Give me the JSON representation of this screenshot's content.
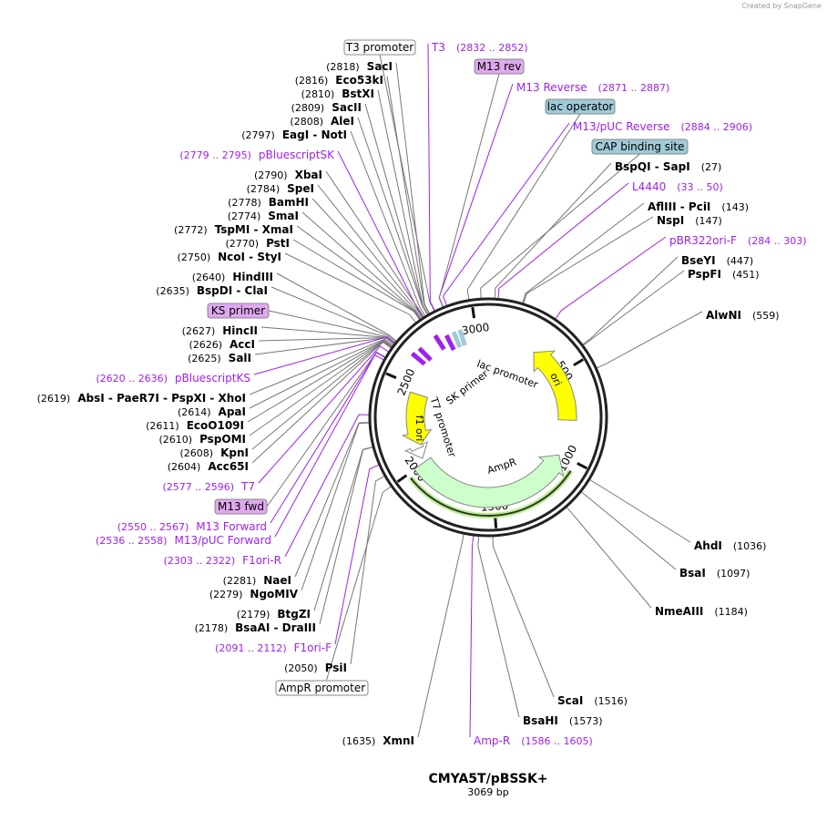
{
  "credit": "Created by SnapGene",
  "map": {
    "name": "CMYA5T/pBSSK+",
    "length": "3069 bp",
    "total_bp": 3069,
    "ticks": [
      "500",
      "1000",
      "1500",
      "2000",
      "2500",
      "3000"
    ]
  },
  "colors": {
    "primer": "#a020f0",
    "line": "#777777",
    "feature_purple": "#e0a8f0",
    "feature_teal": "#9fcad8",
    "ori": "#ffff00",
    "ampr": "#ccffcc"
  },
  "inner_features": [
    {
      "name": "ori",
      "color": "#ffff00"
    },
    {
      "name": "AmpR",
      "color": "#ccffcc"
    },
    {
      "name": "f1 ori",
      "color": "#ffff00"
    },
    {
      "name": "lac promoter"
    },
    {
      "name": "SK primer"
    },
    {
      "name": "T7 promoter"
    }
  ],
  "annotations": [
    {
      "type": "feature",
      "name": "T3 promoter",
      "fill": "#ffffff"
    },
    {
      "type": "primer",
      "name": "T3",
      "range": "(2832 .. 2852)"
    },
    {
      "type": "enzyme",
      "name": "SacI",
      "pos": "(2818)"
    },
    {
      "type": "enzyme",
      "name": "Eco53kI",
      "pos": "(2816)"
    },
    {
      "type": "enzyme",
      "name": "BstXI",
      "pos": "(2810)"
    },
    {
      "type": "enzyme",
      "name": "SacII",
      "pos": "(2809)"
    },
    {
      "type": "enzyme",
      "name": "AleI",
      "pos": "(2808)"
    },
    {
      "type": "enzyme",
      "name": "EagI - NotI",
      "pos": "(2797)"
    },
    {
      "type": "primer",
      "name": "pBluescriptSK",
      "range": "(2779 .. 2795)"
    },
    {
      "type": "enzyme",
      "name": "XbaI",
      "pos": "(2790)"
    },
    {
      "type": "enzyme",
      "name": "SpeI",
      "pos": "(2784)"
    },
    {
      "type": "enzyme",
      "name": "BamHI",
      "pos": "(2778)"
    },
    {
      "type": "enzyme",
      "name": "SmaI",
      "pos": "(2774)"
    },
    {
      "type": "enzyme",
      "name": "TspMI - XmaI",
      "pos": "(2772)"
    },
    {
      "type": "enzyme",
      "name": "PstI",
      "pos": "(2770)"
    },
    {
      "type": "enzyme",
      "name": "NcoI - StyI",
      "pos": "(2750)"
    },
    {
      "type": "enzyme",
      "name": "HindIII",
      "pos": "(2640)"
    },
    {
      "type": "enzyme",
      "name": "BspDI - ClaI",
      "pos": "(2635)"
    },
    {
      "type": "feature",
      "name": "KS primer",
      "fill": "#e0a8f0"
    },
    {
      "type": "enzyme",
      "name": "HincII",
      "pos": "(2627)"
    },
    {
      "type": "enzyme",
      "name": "AccI",
      "pos": "(2626)"
    },
    {
      "type": "enzyme",
      "name": "SalI",
      "pos": "(2625)"
    },
    {
      "type": "primer",
      "name": "pBluescriptKS",
      "range": "(2620 .. 2636)"
    },
    {
      "type": "enzyme",
      "name": "AbsI - PaeR7I - PspXI - XhoI",
      "pos": "(2619)"
    },
    {
      "type": "enzyme",
      "name": "ApaI",
      "pos": "(2614)"
    },
    {
      "type": "enzyme",
      "name": "EcoO109I",
      "pos": "(2611)"
    },
    {
      "type": "enzyme",
      "name": "PspOMI",
      "pos": "(2610)"
    },
    {
      "type": "enzyme",
      "name": "KpnI",
      "pos": "(2608)"
    },
    {
      "type": "enzyme",
      "name": "Acc65I",
      "pos": "(2604)"
    },
    {
      "type": "primer",
      "name": "T7",
      "range": "(2577 .. 2596)"
    },
    {
      "type": "feature",
      "name": "M13 fwd",
      "fill": "#e0a8f0"
    },
    {
      "type": "primer",
      "name": "M13 Forward",
      "range": "(2550 .. 2567)"
    },
    {
      "type": "primer",
      "name": "M13/pUC Forward",
      "range": "(2536 .. 2558)"
    },
    {
      "type": "primer",
      "name": "F1ori-R",
      "range": "(2303 .. 2322)"
    },
    {
      "type": "enzyme",
      "name": "NaeI",
      "pos": "(2281)"
    },
    {
      "type": "enzyme",
      "name": "NgoMIV",
      "pos": "(2279)"
    },
    {
      "type": "enzyme",
      "name": "BtgZI",
      "pos": "(2179)"
    },
    {
      "type": "enzyme",
      "name": "BsaAI - DraIII",
      "pos": "(2178)"
    },
    {
      "type": "primer",
      "name": "F1ori-F",
      "range": "(2091 .. 2112)"
    },
    {
      "type": "enzyme",
      "name": "PsiI",
      "pos": "(2050)"
    },
    {
      "type": "feature",
      "name": "AmpR promoter",
      "fill": "#ffffff"
    },
    {
      "type": "enzyme",
      "name": "XmnI",
      "pos": "(1635)"
    },
    {
      "type": "primer",
      "name": "Amp-R",
      "range": "(1586 .. 1605)"
    },
    {
      "type": "enzyme",
      "name": "BsaHI",
      "pos": "(1573)"
    },
    {
      "type": "enzyme",
      "name": "ScaI",
      "pos": "(1516)"
    },
    {
      "type": "enzyme",
      "name": "NmeAIII",
      "pos": "(1184)"
    },
    {
      "type": "enzyme",
      "name": "BsaI",
      "pos": "(1097)"
    },
    {
      "type": "enzyme",
      "name": "AhdI",
      "pos": "(1036)"
    },
    {
      "type": "enzyme",
      "name": "AlwNI",
      "pos": "(559)"
    },
    {
      "type": "enzyme",
      "name": "PspFI",
      "pos": "(451)"
    },
    {
      "type": "enzyme",
      "name": "BseYI",
      "pos": "(447)"
    },
    {
      "type": "primer",
      "name": "pBR322ori-F",
      "range": "(284 .. 303)"
    },
    {
      "type": "enzyme",
      "name": "NspI",
      "pos": "(147)"
    },
    {
      "type": "enzyme",
      "name": "AflIII - PciI",
      "pos": "(143)"
    },
    {
      "type": "primer",
      "name": "L4440",
      "range": "(33 .. 50)"
    },
    {
      "type": "enzyme",
      "name": "BspQI - SapI",
      "pos": "(27)"
    },
    {
      "type": "feature",
      "name": "CAP binding site",
      "fill": "#9fcad8"
    },
    {
      "type": "primer",
      "name": "M13/pUC Reverse",
      "range": "(2884 .. 2906)"
    },
    {
      "type": "feature",
      "name": "lac operator",
      "fill": "#9fcad8"
    },
    {
      "type": "primer",
      "name": "M13 Reverse",
      "range": "(2871 .. 2887)"
    },
    {
      "type": "feature",
      "name": "M13 rev",
      "fill": "#e0a8f0"
    }
  ]
}
